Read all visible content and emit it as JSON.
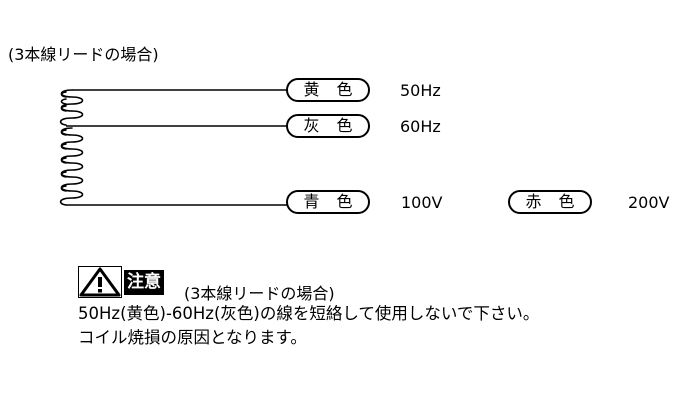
{
  "diagram": {
    "title": "(3本線リードの場合)",
    "wires": [
      {
        "tag": "黄 色",
        "label": "50Hz"
      },
      {
        "tag": "灰 色",
        "label": "60Hz"
      },
      {
        "tag": "青 色",
        "label": "100V"
      },
      {
        "tag": "赤 色",
        "label": "200V"
      }
    ]
  },
  "caution": {
    "icon": "warning-triangle-icon",
    "heading": "注意",
    "subtitle": "(3本線リードの場合)",
    "line1": "50Hz(黄色)-60Hz(灰色)の線を短絡して使用しないで下さい。",
    "line2": "コイル焼損の原因となります。"
  },
  "colors": {
    "ink": "#000000",
    "background": "#ffffff"
  }
}
